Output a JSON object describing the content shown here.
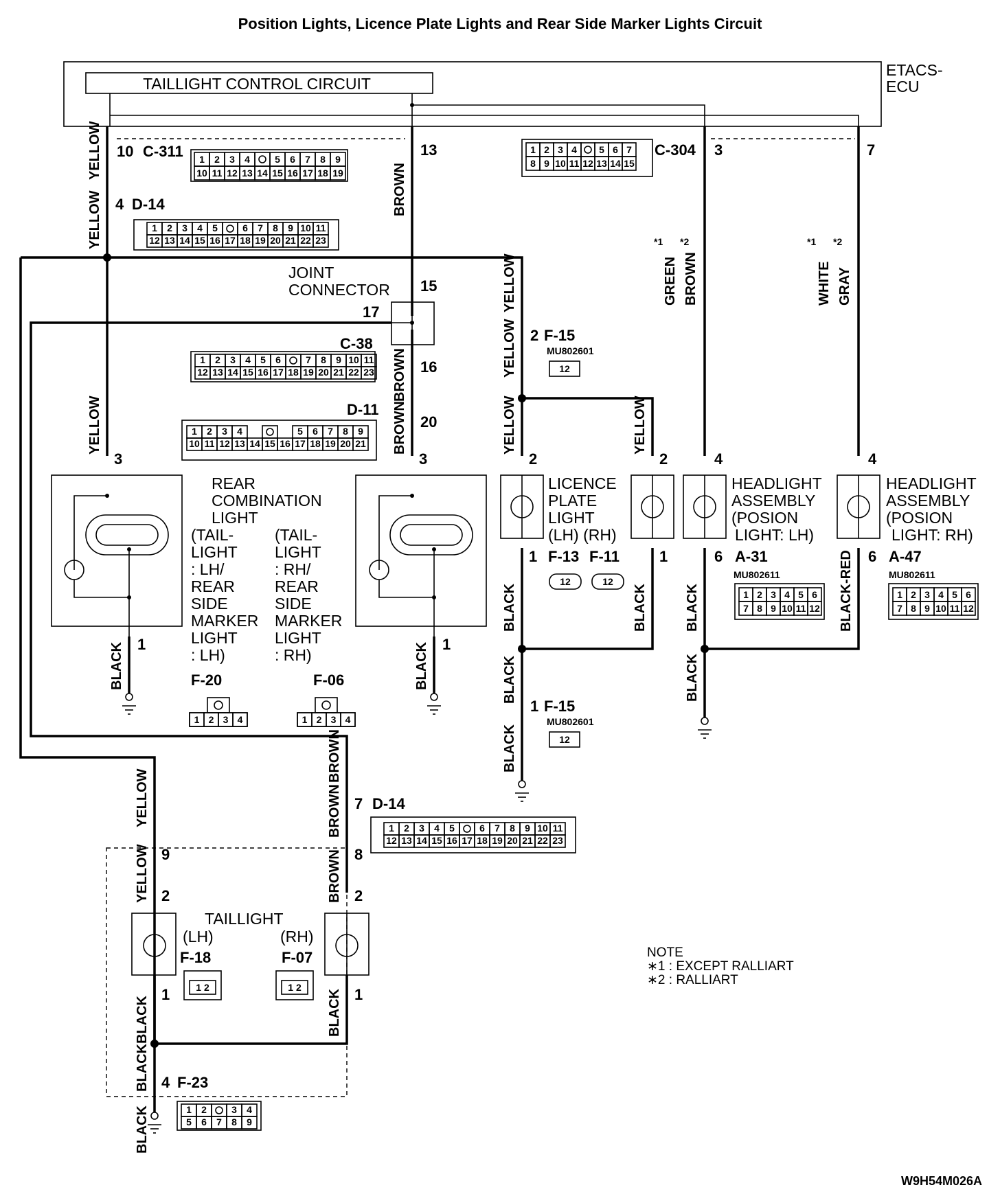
{
  "title": "Position Lights, Licence Plate Lights and Rear Side Marker Lights Circuit",
  "ecu": {
    "name_line1": "ETACS-",
    "name_line2": "ECU",
    "circuit": "TAILLIGHT CONTROL CIRCUIT"
  },
  "joint": {
    "line1": "JOINT",
    "line2": "CONNECTOR"
  },
  "connectors": {
    "c311": {
      "id": "C-311",
      "pin": "10"
    },
    "c304": {
      "id": "C-304",
      "pin3": "3",
      "pin7": "7"
    },
    "d14_top": {
      "id": "D-14",
      "pin": "4"
    },
    "c38": {
      "id": "C-38"
    },
    "d11": {
      "id": "D-11",
      "pin": "20"
    },
    "f15_top": {
      "id": "F-15",
      "pin": "2",
      "part": "MU802601"
    },
    "f15_bot": {
      "id": "F-15",
      "pin": "1",
      "part": "MU802601"
    },
    "f13": {
      "id": "F-13"
    },
    "f11": {
      "id": "F-11"
    },
    "a31": {
      "id": "A-31",
      "part": "MU802611"
    },
    "a47": {
      "id": "A-47",
      "part": "MU802611"
    },
    "f20": {
      "id": "F-20"
    },
    "f06": {
      "id": "F-06"
    },
    "d14_bot": {
      "id": "D-14",
      "pin": "7"
    },
    "f18": {
      "id": "F-18"
    },
    "f07": {
      "id": "F-07"
    },
    "f23": {
      "id": "F-23",
      "pin": "4"
    }
  },
  "pins": {
    "p13": "13",
    "p15": "15",
    "p17": "17",
    "p16": "16",
    "rc_lh_in": "3",
    "rc_rh_in": "3",
    "rc_lh_gnd": "1",
    "rc_rh_gnd": "1",
    "lp_lh_in": "2",
    "lp_rh_in": "2",
    "lp_lh_out": "1",
    "lp_rh_out": "1",
    "hl_lh_in": "4",
    "hl_rh_in": "4",
    "hl_lh_out": "6",
    "hl_rh_out": "6",
    "tl_in_9": "9",
    "tl_in_8": "8",
    "tl_lh_in": "2",
    "tl_rh_in": "2",
    "tl_lh_out": "1",
    "tl_rh_out": "1"
  },
  "wires": {
    "yellow": "YELLOW",
    "brown": "BROWN",
    "black": "BLACK",
    "black_red": "BLACK-RED",
    "green": "GREEN",
    "brown2": "BROWN",
    "white": "WHITE",
    "gray": "GRAY",
    "mark1": "*1",
    "mark2": "*2"
  },
  "rear_combo": {
    "l1": "REAR",
    "l2": "COMBINATION",
    "l3": "LIGHT",
    "lh": [
      "(TAIL-",
      "LIGHT",
      ": LH/",
      "REAR",
      "SIDE",
      "MARKER",
      "LIGHT",
      ": LH)"
    ],
    "rh": [
      "(TAIL-",
      "LIGHT",
      ": RH/",
      "REAR",
      "SIDE",
      "MARKER",
      "LIGHT",
      ": RH)"
    ]
  },
  "licence": {
    "l1": "LICENCE",
    "l2": "PLATE",
    "l3": "LIGHT",
    "l4": "(LH) (RH)"
  },
  "headlight_lh": {
    "l1": "HEADLIGHT",
    "l2": "ASSEMBLY",
    "l3": "(POSION",
    "l4": "LIGHT: LH)"
  },
  "headlight_rh": {
    "l1": "HEADLIGHT",
    "l2": "ASSEMBLY",
    "l3": "(POSION",
    "l4": "LIGHT: RH)"
  },
  "taillight": {
    "l1": "TAILLIGHT",
    "lh": "(LH)",
    "rh": "(RH)"
  },
  "note": {
    "head": "NOTE",
    "n1": "∗1 : EXCEPT RALLIART",
    "n2": "∗2 : RALLIART"
  },
  "code": "W9H54M026A"
}
